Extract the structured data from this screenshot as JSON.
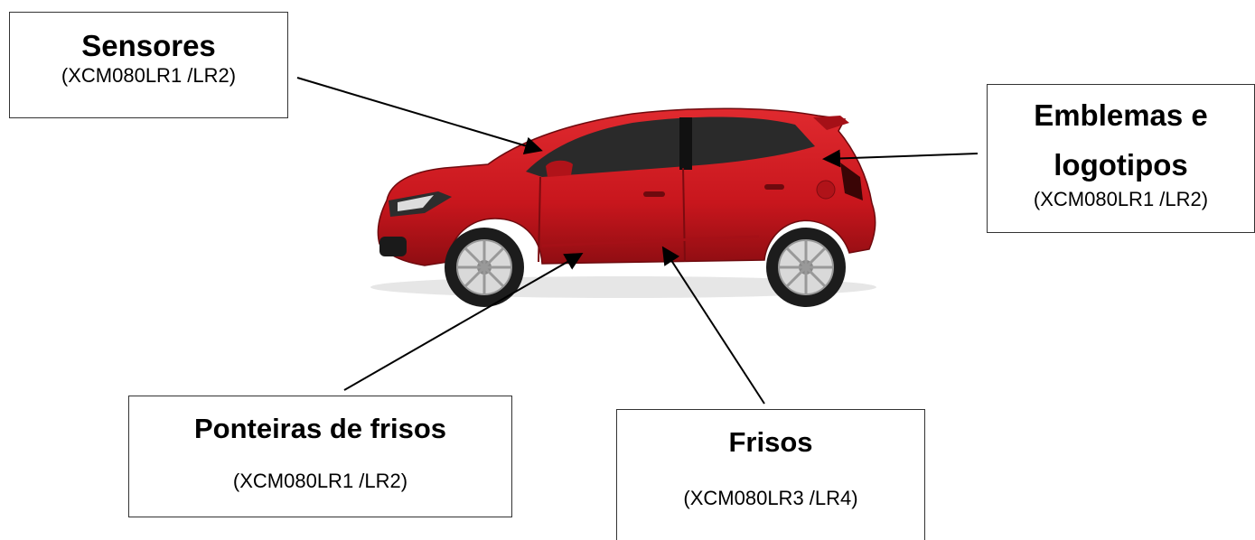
{
  "labels": {
    "sensores": {
      "title": "Sensores",
      "code": "(XCM080LR1 /LR2)"
    },
    "emblemas": {
      "title_line1": "Emblemas e",
      "title_line2": "logotipos",
      "code": "(XCM080LR1 /LR2)"
    },
    "ponteiras": {
      "title": "Ponteiras de frisos",
      "code": "(XCM080LR1 /LR2)"
    },
    "frisos": {
      "title": "Frisos",
      "code": "(XCM080LR3 /LR4)"
    }
  },
  "colors": {
    "car_body": "#c8161d",
    "car_body_dark": "#8e0d12",
    "window": "#2a2a2a",
    "tire": "#1c1c1c",
    "rim": "#d9d9d9",
    "line": "#000000",
    "box_border": "#333333"
  }
}
